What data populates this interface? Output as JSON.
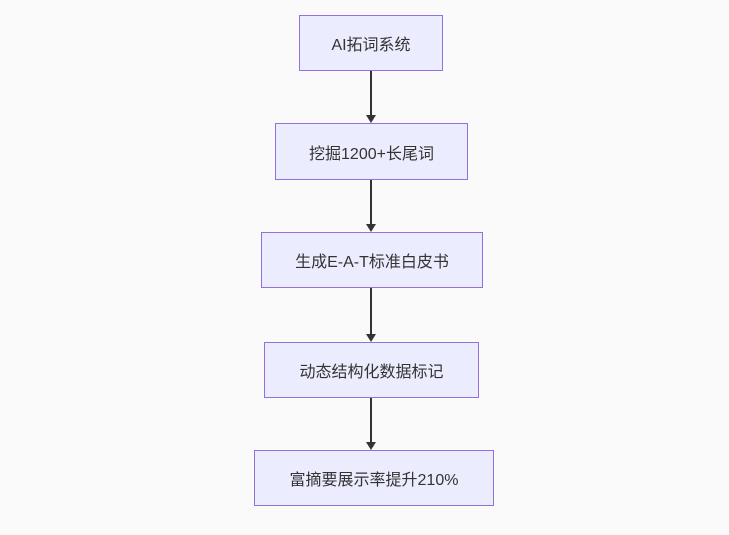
{
  "flowchart": {
    "type": "flowchart",
    "direction": "top-down",
    "nodes": [
      {
        "id": "A",
        "label": "AI拓词系统"
      },
      {
        "id": "B",
        "label": "挖掘1200+长尾词"
      },
      {
        "id": "C",
        "label": "生成E-A-T标准白皮书"
      },
      {
        "id": "D",
        "label": "动态结构化数据标记"
      },
      {
        "id": "E",
        "label": "富摘要展示率提升210%"
      }
    ],
    "edges": [
      {
        "from": "A",
        "to": "B",
        "style": "arrow-down"
      },
      {
        "from": "B",
        "to": "C",
        "style": "arrow-down"
      },
      {
        "from": "C",
        "to": "D",
        "style": "arrow-down"
      },
      {
        "from": "D",
        "to": "E",
        "style": "arrow-down"
      }
    ],
    "colors": {
      "node_fill": "#ECECFF",
      "node_border": "#9370DB",
      "arrow": "#333333",
      "text": "#333333",
      "background": "#FAFAFA"
    }
  }
}
